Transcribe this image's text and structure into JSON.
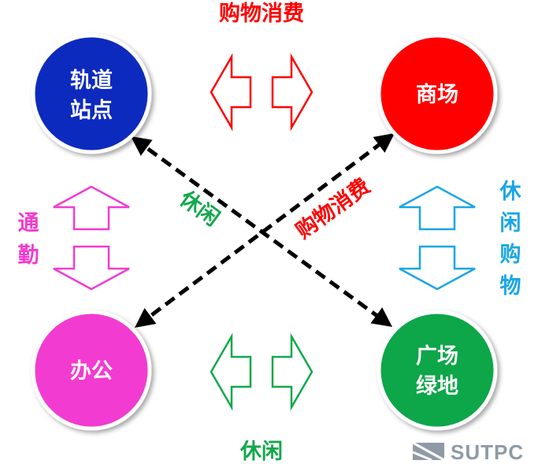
{
  "nodes": {
    "station": {
      "line1": "轨道",
      "line2": "站点",
      "color": "#0a2bbf"
    },
    "mall": {
      "line1": "商场",
      "color": "#ff0000"
    },
    "office": {
      "line1": "办公",
      "color": "#f23bd0"
    },
    "plaza": {
      "line1": "广场",
      "line2": "绿地",
      "color": "#0da64a"
    }
  },
  "relations": {
    "top": {
      "text": "购物消费",
      "color": "#ff0000"
    },
    "bottom": {
      "text": "休闲",
      "color": "#13a84c"
    },
    "left": {
      "chars": [
        "通",
        "勤"
      ],
      "color": "#f23bd0"
    },
    "right": {
      "chars": [
        "休",
        "闲",
        "购",
        "物"
      ],
      "color": "#1aa6e6"
    },
    "diag_leisure": {
      "text": "休闲",
      "color": "#13a84c"
    },
    "diag_shopping": {
      "text": "购物消费",
      "color": "#ff0000"
    }
  },
  "logo": {
    "text": "SUTPC"
  }
}
